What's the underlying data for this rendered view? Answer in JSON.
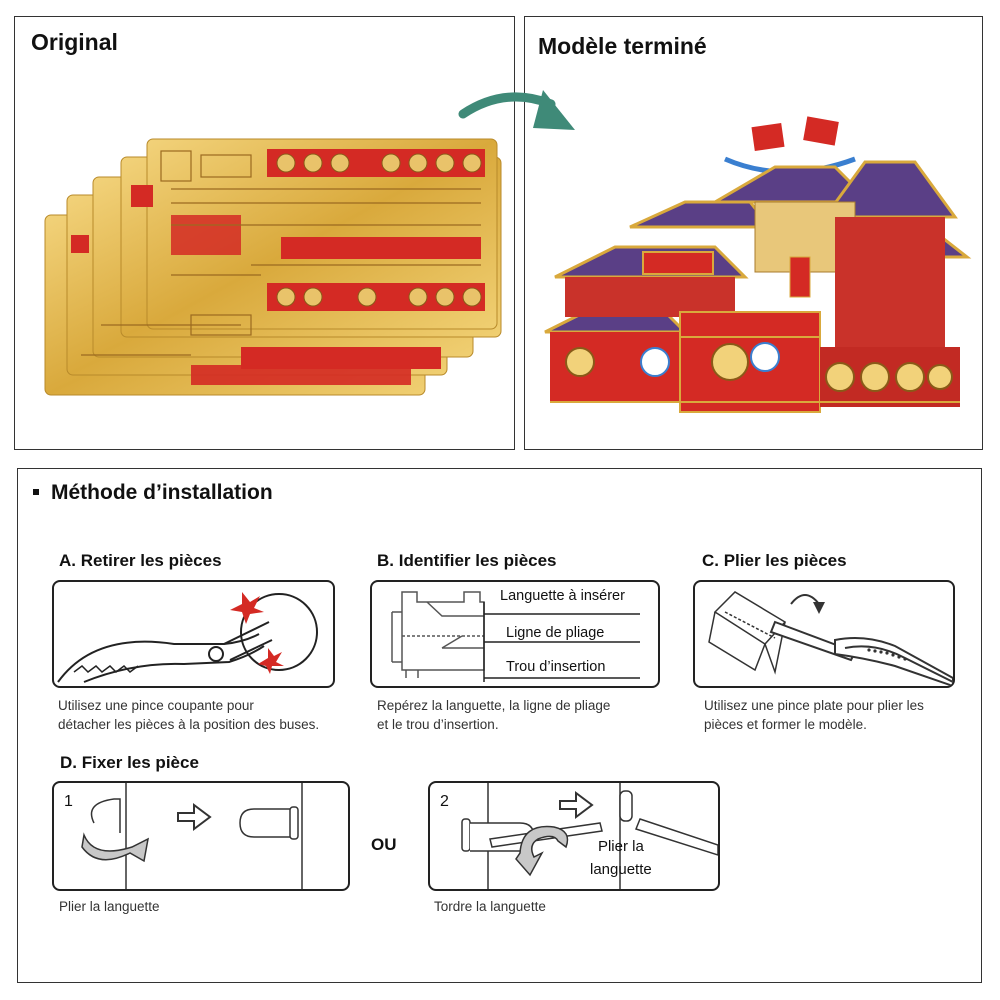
{
  "top": {
    "original_title": "Original",
    "finished_title": "Modèle terminé"
  },
  "install": {
    "title": "Méthode d’installation",
    "step_a": {
      "title": "A. Retirer les pièces",
      "caption_line1": "Utilisez une pince coupante pour",
      "caption_line2": "détacher les pièces à la position des buses."
    },
    "step_b": {
      "title": "B. Identifier les pièces",
      "label_tab": "Languette à insérer",
      "label_fold": "Ligne de pliage",
      "label_hole": "Trou d’insertion",
      "caption_line1": "Repérez la languette, la ligne de pliage",
      "caption_line2": "et le trou d’insertion."
    },
    "step_c": {
      "title": "C. Plier les pièces",
      "caption_line1": "Utilisez une pince plate pour plier les",
      "caption_line2": "pièces et former le modèle."
    },
    "step_d": {
      "title": "D. Fixer les pièce",
      "num1": "1",
      "num2": "2",
      "or_label": "OU",
      "label_fold_tab_line1": "Plier la",
      "label_fold_tab_line2": "languette",
      "caption1": "Plier la languette",
      "caption2": "Tordre la languette"
    }
  },
  "colors": {
    "gold": "#e3b84a",
    "red": "#d42a24",
    "purple": "#5a3f86",
    "arrow_green": "#3f8a78"
  }
}
